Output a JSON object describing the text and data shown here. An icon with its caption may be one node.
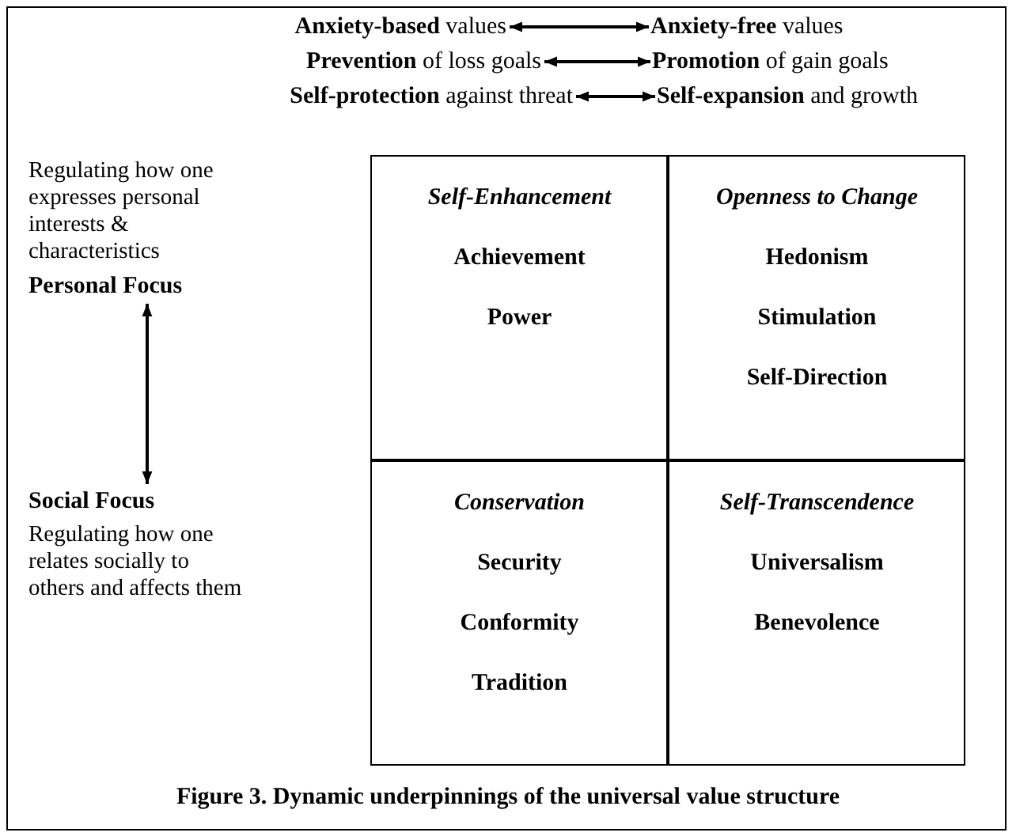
{
  "diagram": {
    "caption": "Figure 3. Dynamic underpinnings of the universal value structure",
    "nodes": [
      {
        "text": [
          "**Anxiety-based** values"
        ]
      },
      {
        "text": [
          "**Anxiety-free** values"
        ]
      },
      {
        "text": [
          "**Prevention** of loss goals"
        ]
      },
      {
        "text": [
          "**Promotion** of gain goals"
        ]
      },
      {
        "text": [
          "**Self-protection** against threat"
        ]
      },
      {
        "text": [
          "**Self-expansion** and growth"
        ]
      },
      {
        "text": [
          "Personal Focus"
        ],
        "beside": [
          "Regulating how one expresses personal interests & characteristics"
        ]
      },
      {
        "text": [
          "Social Focus"
        ],
        "beside": [
          "Regulating how one relates socially to others and affects them"
        ]
      },
      {
        "text": [
          "Self-Enhancement",
          "Achievement",
          "Power"
        ]
      },
      {
        "text": [
          "Openness to Change",
          "Hedonism",
          "Stimulation",
          "Self-Direction"
        ]
      },
      {
        "text": [
          "Conservation",
          "Security",
          "Conformity",
          "Tradition"
        ]
      },
      {
        "text": [
          "Self-Transcendence",
          "Universalism",
          "Benevolence"
        ]
      }
    ],
    "edges": [
      {
        "from": 0,
        "to": 1,
        "arrow": "both"
      },
      {
        "from": 2,
        "to": 3,
        "arrow": "both"
      },
      {
        "from": 4,
        "to": 5,
        "arrow": "both"
      },
      {
        "from": 6,
        "to": 7,
        "arrow": "both"
      }
    ]
  }
}
